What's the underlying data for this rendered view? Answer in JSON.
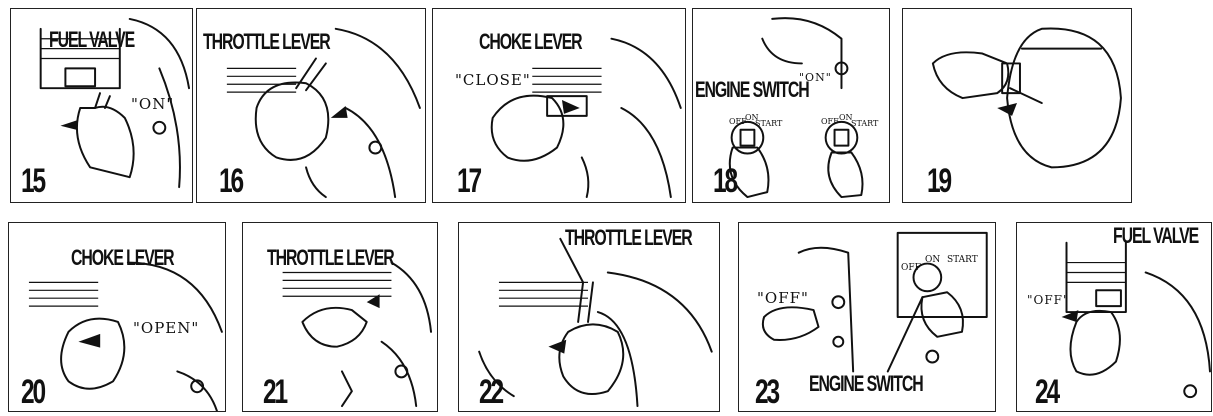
{
  "steps": [
    {
      "number": "15",
      "label": "FUEL VALVE",
      "position_text": "\"ON\""
    },
    {
      "number": "16",
      "label": "THROTTLE LEVER"
    },
    {
      "number": "17",
      "label": "CHOKE LEVER",
      "position_text": "\"CLOSE\""
    },
    {
      "number": "18",
      "label": "ENGINE SWITCH",
      "position_text": "\"ON\"",
      "dial_labels": [
        "OFF",
        "ON",
        "START"
      ]
    },
    {
      "number": "19"
    },
    {
      "number": "20",
      "label": "CHOKE LEVER",
      "position_text": "\"OPEN\""
    },
    {
      "number": "21",
      "label": "THROTTLE LEVER"
    },
    {
      "number": "22",
      "label": "THROTTLE LEVER"
    },
    {
      "number": "23",
      "label": "ENGINE SWITCH",
      "position_text": "\"OFF\"",
      "dial_labels": [
        "OFF",
        "ON",
        "START"
      ]
    },
    {
      "number": "24",
      "label": "FUEL VALVE",
      "position_text": "\"OFF\""
    }
  ]
}
